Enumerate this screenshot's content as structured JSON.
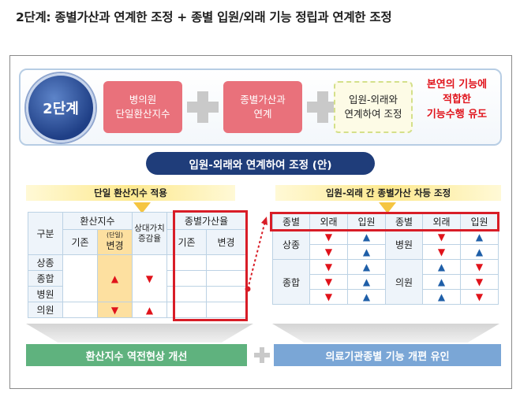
{
  "title": "2단계: 종별가산과 연계한 조정 + 종별 입원/외래 기능 정립과 연계한 조정",
  "stage": "2단계",
  "boxes": [
    {
      "line1": "병의원",
      "line2": "단일환산지수"
    },
    {
      "line1": "종별가산과",
      "line2": "연계"
    },
    {
      "line1": "입원-외래와",
      "line2": "연계하여 조정"
    }
  ],
  "goal": {
    "line1": "본연의 기능에",
    "line2": "적합한",
    "line3": "기능수행 유도"
  },
  "pill": "입원-외래와 연계하여 조정 (안)",
  "left": {
    "band": "단일 환산지수 적용",
    "h_group": "구분",
    "h_conv": "환산지수",
    "h_rel": "상대가치 증감율",
    "h_add": "종별가산율",
    "h_base": "기존",
    "h_change_small": "(단일)",
    "h_change": "변경",
    "h_base2": "기존",
    "h_change2": "변경",
    "rows": [
      "상종",
      "종합",
      "병원",
      "의원"
    ],
    "arrow_conv_hosp": "▲",
    "arrow_conv_clinic": "▼",
    "arrow_rel_hosp": "▼",
    "arrow_rel_clinic": "▲"
  },
  "right": {
    "band": "입원-외래 간 종별가산 차등 조정",
    "headers": [
      "종별",
      "외래",
      "입원",
      "종별",
      "외래",
      "입원"
    ],
    "g1": "상종",
    "g2": "종합",
    "g3": "병원",
    "g4": "의원",
    "sym": {
      "down": "▼",
      "up": "▲"
    }
  },
  "bottom_left": "환산지수 역전현상 개선",
  "bottom_right": "의료기관종별 기능 개편 유인",
  "colors": {
    "navy": "#1f3d7a",
    "salmon": "#e9717b",
    "red": "#d81d27",
    "green": "#5fb27e",
    "blue": "#7aa6d6",
    "up_blue": "#1f5fa8"
  }
}
